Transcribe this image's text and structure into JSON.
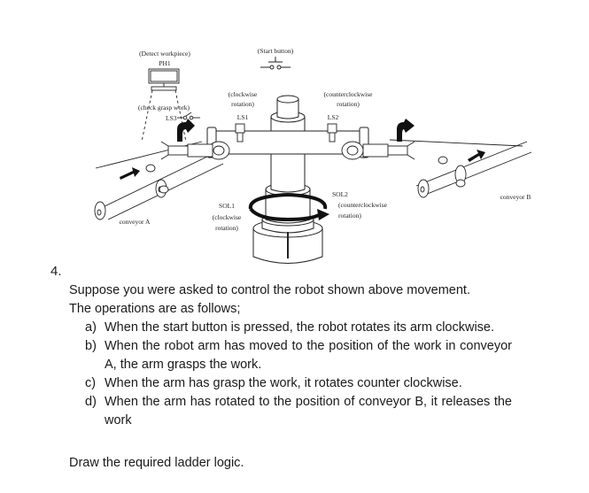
{
  "figure": {
    "labels": {
      "detect_workpiece": "(Detect workpiece)",
      "ph1": "PH1",
      "start_button": "(Start button)",
      "check_grasp_work": "(check grasp work)",
      "ls3": "LS3",
      "cw_rotation_top_1": "(clockwise",
      "cw_rotation_top_2": "rotation)",
      "ls1": "LS1",
      "ccw_rotation_top_1": "(counterclockwise",
      "ccw_rotation_top_2": "rotation)",
      "ls2": "LS2",
      "sol1": "SOL1",
      "cw_rotation_bottom_1": "(clockwise",
      "cw_rotation_bottom_2": "rotation)",
      "sol2": "SOL2",
      "ccw_rotation_bottom_1": "(counterclockwise",
      "ccw_rotation_bottom_2": "rotation)",
      "conveyor_a": "conveyor A",
      "conveyor_b": "conveyor B"
    }
  },
  "question": {
    "number": "4.",
    "intro_1": "Suppose you were asked to control the robot shown above movement.",
    "intro_2": "The operations are as follows;",
    "operations": [
      {
        "mark": "a)",
        "text": "When the start button is pressed, the robot rotates its arm clockwise."
      },
      {
        "mark": "b)",
        "text": "When the robot arm has moved to the position of the work in conveyor A, the arm grasps the work."
      },
      {
        "mark": "c)",
        "text": "When the arm has grasp the work, it rotates counter clockwise."
      },
      {
        "mark": "d)",
        "text": "When the arm has rotated to the position of conveyor B, it releases the work"
      }
    ],
    "final": "Draw the required ladder logic."
  }
}
